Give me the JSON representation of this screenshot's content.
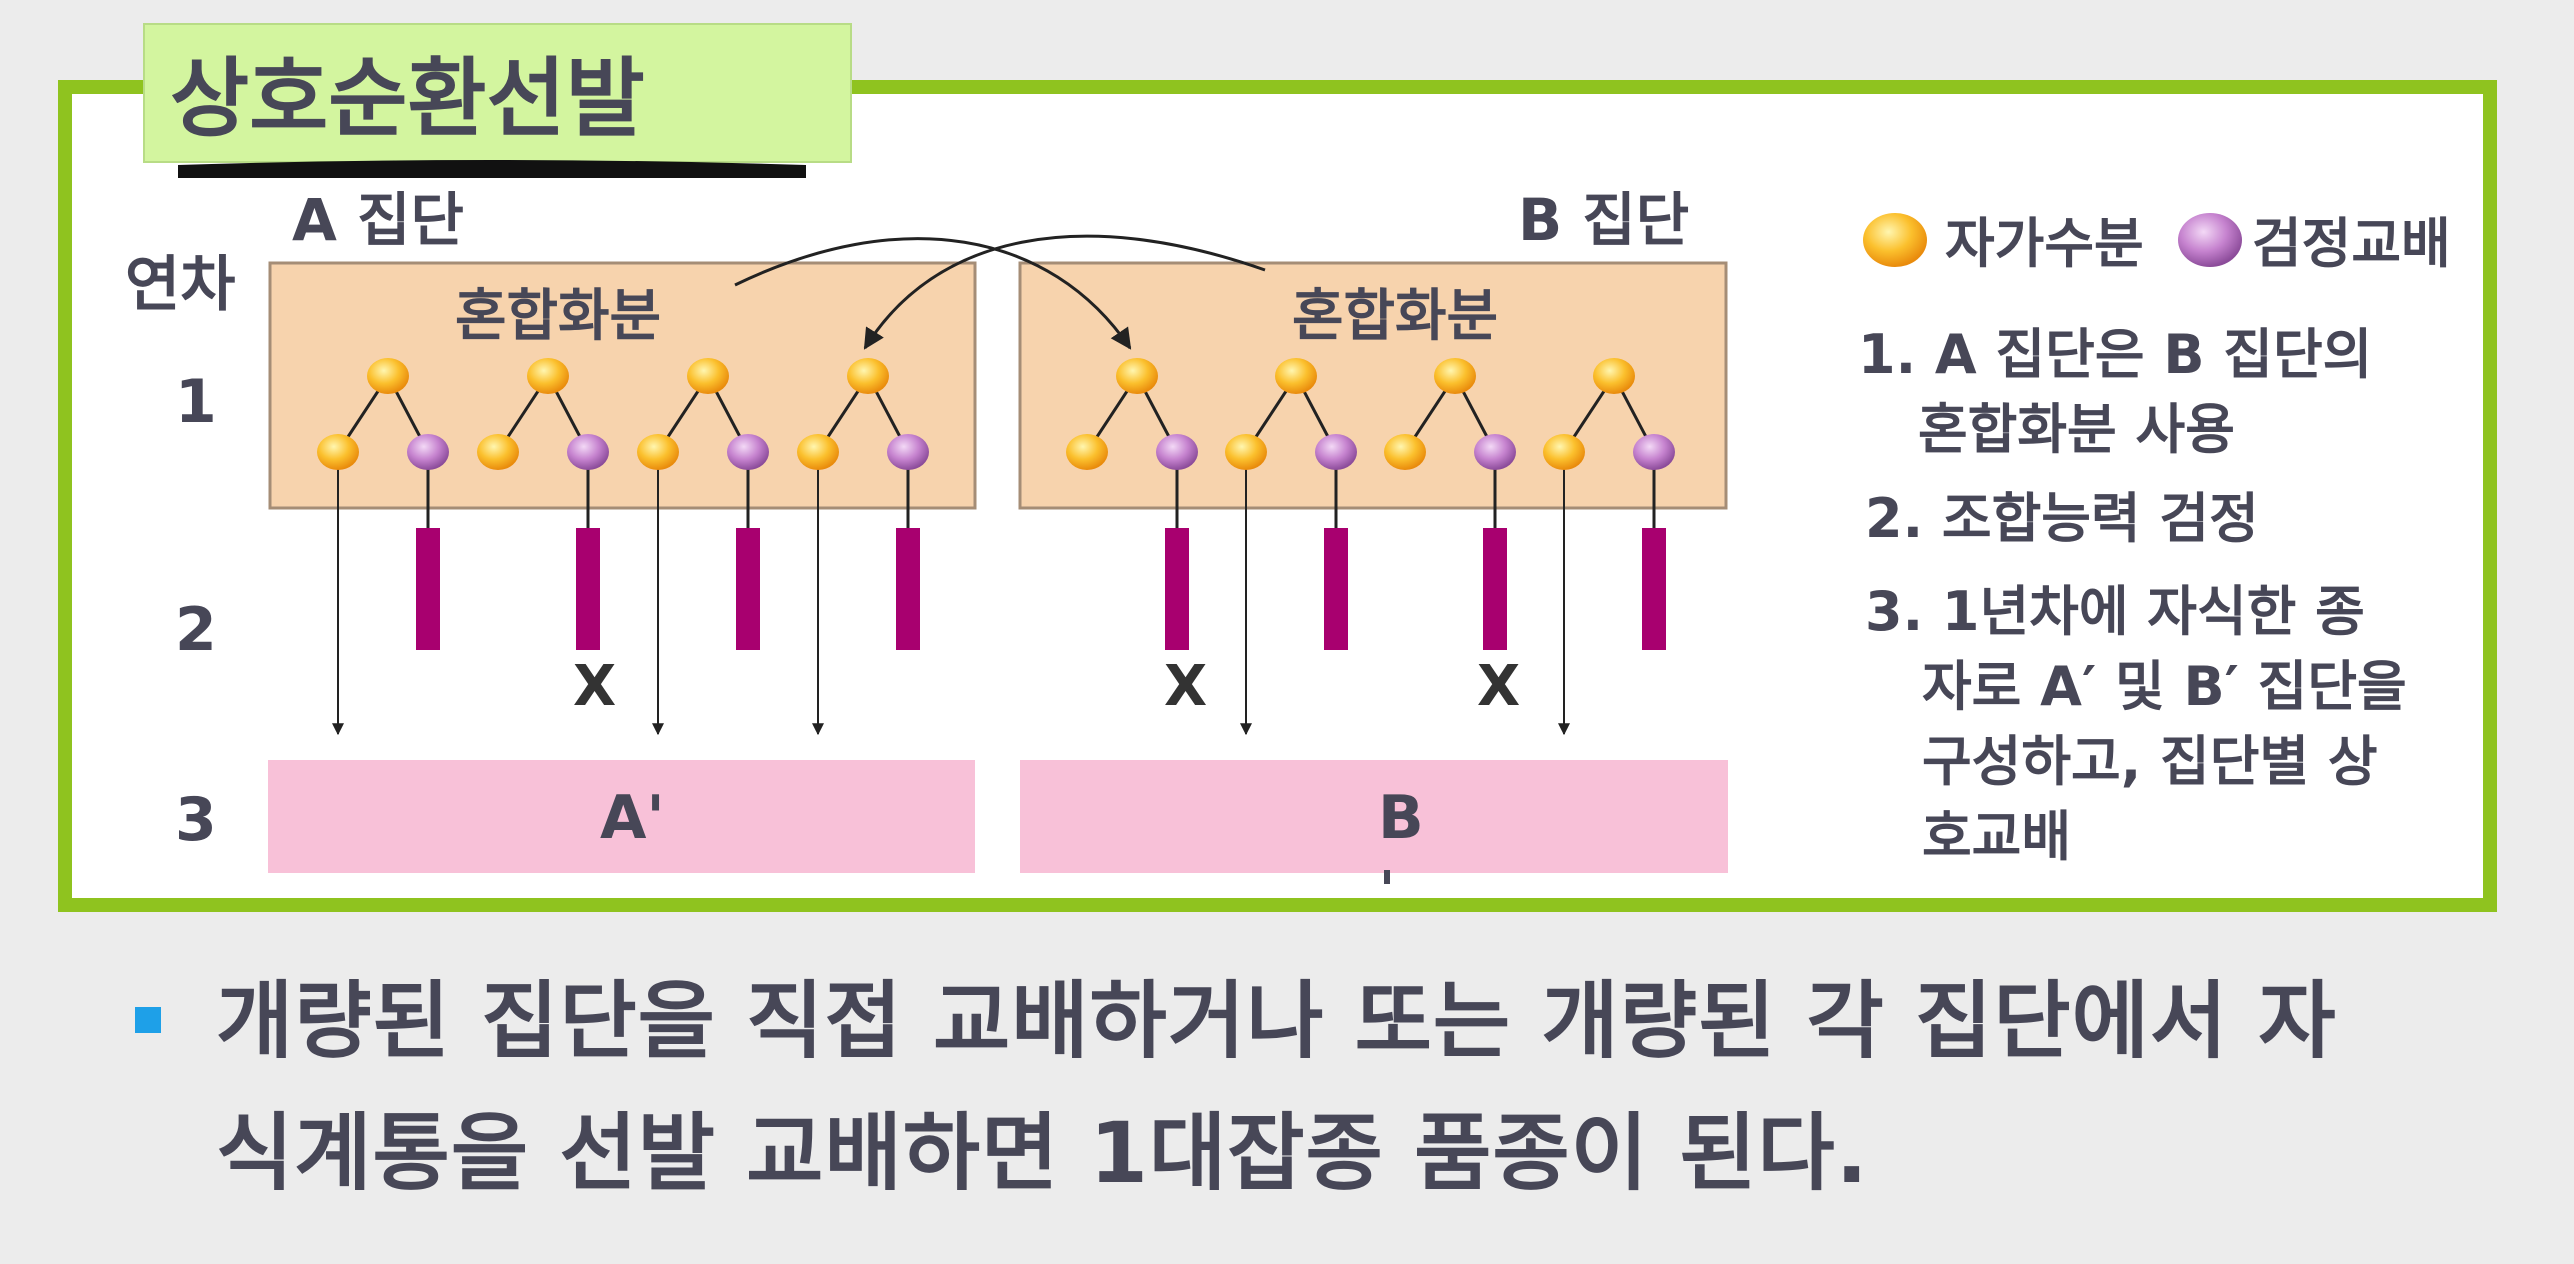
{
  "title": "상호순환선발",
  "row_header": "연차",
  "row_labels": [
    "1",
    "2",
    "3"
  ],
  "group_a": {
    "label": "A 집단",
    "pollen_label": "혼합화분",
    "result_label": "A'"
  },
  "group_b": {
    "label": "B 집단",
    "pollen_label": "혼합화분",
    "result_label": "B"
  },
  "cross_marks": [
    "X",
    "X",
    "X"
  ],
  "legend": {
    "selfing": "자가수분",
    "testcross": "검정교배"
  },
  "notes": [
    "1. A 집단은 B 집단의",
    "혼합화분 사용",
    "2. 조합능력 검정",
    "3. 1년차에 자식한 종",
    "자로 A′ 및 B′ 집단을",
    "구성하고, 집단별 상",
    "호교배"
  ],
  "bullet": "개량된 집단을 직접 교배하거나 또는 개량된 각 집단에서 자\n식계통을 선발 교배하면 1대잡종 품종이 된다.",
  "colors": {
    "frame_border": "#8fc31f",
    "title_bg": "#d3f59f",
    "population_box": "#f7d3ad",
    "result_bar": "#f8c1d8",
    "test_bar": "#a8006f",
    "self_node": "#f7a81b",
    "cross_node": "#b96fc0",
    "text": "#474757"
  }
}
